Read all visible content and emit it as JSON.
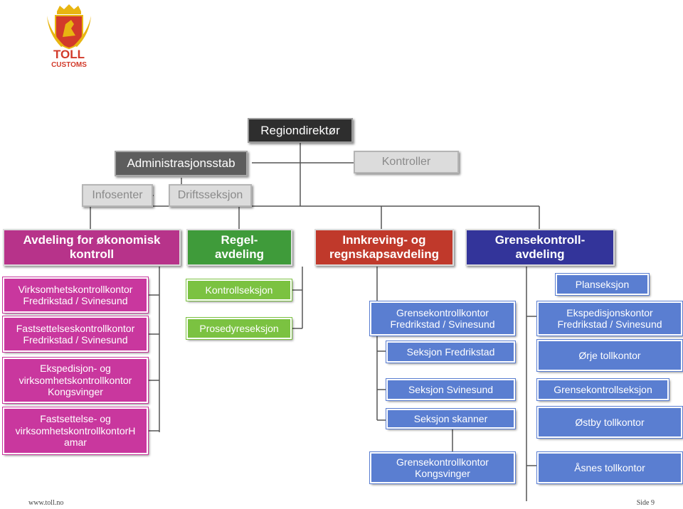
{
  "logo": {
    "line1": "TOLL",
    "line2": "CUSTOMS"
  },
  "top": {
    "director": "Regiondirektør",
    "admin_staff": "Administrasjonsstab",
    "controller": "Kontroller",
    "info_center": "Infosenter",
    "operations": "Driftsseksjon"
  },
  "departments": {
    "economic": "Avdeling for økonomisk\nkontroll",
    "rules": "Regel-\navdeling",
    "collection": "Innkreving- og\nregnskapsavdeling",
    "border": "Grensekontroll-\navdeling"
  },
  "economic_units": [
    "Virksomhetskontrollkontor\nFredrikstad / Svinesund",
    "Fastsettelseskontrollkontor\nFredrikstad / Svinesund",
    "Ekspedisjon- og\nvirksomhetskontrollkontor\nKongsvinger",
    "Fastsettelse- og\nvirksomhetskontrollkontorH\namar"
  ],
  "rules_units": [
    "Kontrollseksjon",
    "Prosedyreseksjon"
  ],
  "collection_units": [
    "Grensekontrollkontor\nFredrikstad / Svinesund",
    "Seksjon Fredrikstad",
    "Seksjon Svinesund",
    "Seksjon skanner",
    "Grensekontrollkontor\nKongsvinger"
  ],
  "border_units": [
    "Planseksjon",
    "Ekspedisjonskontor\nFredrikstad / Svinesund",
    "Ørje tollkontor",
    "Grensekontrollseksjon",
    "Østby tollkontor",
    "Åsnes tollkontor"
  ],
  "footer": {
    "url": "www.toll.no",
    "page": "Side 9"
  },
  "colors": {
    "economic": "#b7338a",
    "rules": "#3f9b3a",
    "collection": "#c0392b",
    "border": "#33349a",
    "pink_units": "#c9379e",
    "green_units": "#7bc241",
    "blue_units": "#5a7ed1"
  }
}
